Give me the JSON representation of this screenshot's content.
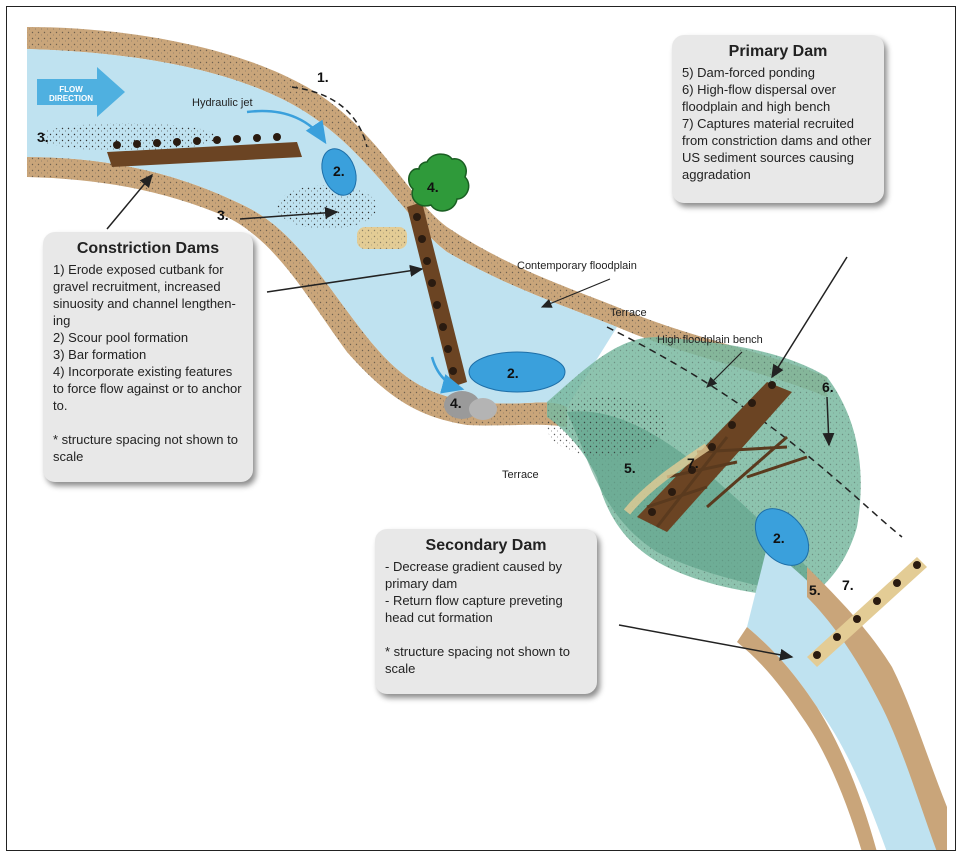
{
  "constriction_box": {
    "title": "Constriction Dams",
    "lines": [
      "1) Erode exposed cutbank for gravel recruitment, increased sinuosity and channel lengthen-ing",
      "2) Scour pool formation",
      "3) Bar formation",
      "4) Incorporate existing features to force flow against or to anchor to.",
      "* structure spacing not shown to scale"
    ]
  },
  "primary_box": {
    "title": "Primary Dam",
    "lines": [
      "5) Dam-forced ponding",
      "6) High-flow dispersal over floodplain and high bench",
      "7) Captures material recruited from constriction dams and other US sediment sources causing aggradation"
    ]
  },
  "secondary_box": {
    "title": "Secondary Dam",
    "lines": [
      "- Decrease gradient caused by primary dam",
      "- Return flow capture preveting head cut formation",
      "* structure spacing not shown to scale"
    ]
  },
  "labels": {
    "flow_direction_1": "FLOW",
    "flow_direction_2": "DIRECTION",
    "hydraulic_jet": "Hydraulic jet",
    "contemporary_floodplain": "Contemporary floodplain",
    "terrace_right": "Terrace",
    "terrace_left": "Terrace",
    "high_floodplain_bench": "High floodplain bench"
  },
  "numbers": {
    "n1": "1.",
    "n2a": "2.",
    "n2b": "2.",
    "n2c": "2.",
    "n3a": "3.",
    "n3b": "3.",
    "n4a": "4.",
    "n4b": "4.",
    "n5a": "5.",
    "n5b": "5.",
    "n6": "6.",
    "n7a": "7.",
    "n7b": "7."
  },
  "colors": {
    "water": "#bfe2f0",
    "pool": "#3aa0dc",
    "bank": "#c9a57a",
    "log": "#6b4423",
    "tree": "#2f9a3a",
    "floodplain": "#79b8a0",
    "box": "#e8e8e8"
  }
}
